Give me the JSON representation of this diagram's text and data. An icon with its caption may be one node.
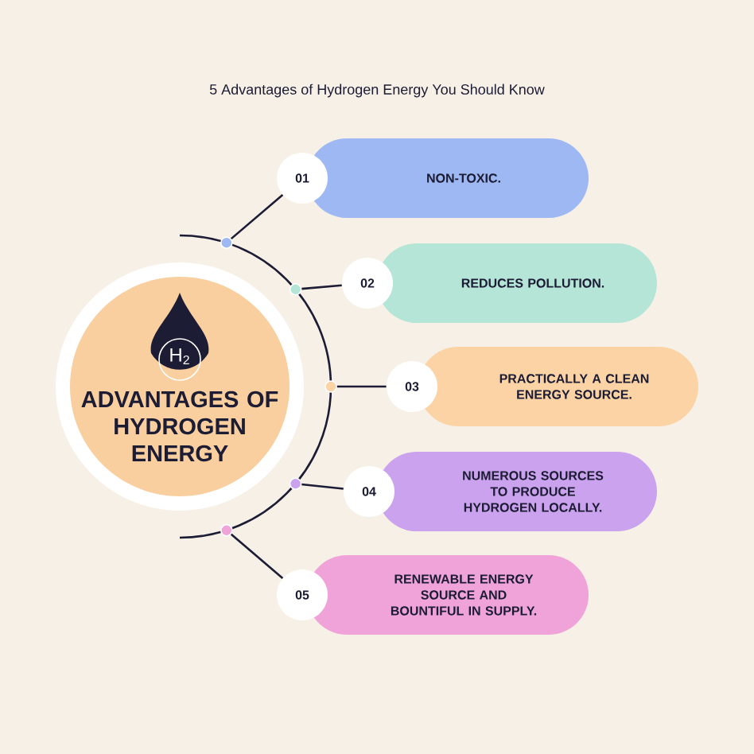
{
  "diagram": {
    "title": "5 Advantages of Hydrogen Energy You Should Know",
    "nodes": [
      {
        "text": [
          "H$_{2}$",
          "ADVANTAGES OF HYDROGEN ENERGY"
        ]
      },
      {
        "text": [
          "01"
        ]
      },
      {
        "text": [
          "NON-TOXIC."
        ]
      },
      {
        "text": [
          "02"
        ]
      },
      {
        "text": [
          "REDUCES POLLUTION."
        ]
      },
      {
        "text": [
          "03"
        ]
      },
      {
        "text": [
          "PRACTICALLY A CLEAN ENERGY SOURCE."
        ]
      },
      {
        "text": [
          "04"
        ]
      },
      {
        "text": [
          "NUMEROUS SOURCES TO PRODUCE HYDROGEN LOCALLY."
        ]
      },
      {
        "text": [
          "05"
        ]
      },
      {
        "text": [
          "RENEWABLE ENERGY SOURCE AND BOUNTIFUL IN SUPPLY."
        ]
      },
      {
        "text": [],
        "shape": "circle"
      },
      {
        "text": [],
        "shape": "circle"
      },
      {
        "text": [],
        "shape": "circle"
      },
      {
        "text": [],
        "shape": "circle"
      },
      {
        "text": [],
        "shape": "circle"
      }
    ],
    "edges": [
      {
        "from": 11,
        "to": 1,
        "arrow": "none"
      },
      {
        "from": 12,
        "to": 3,
        "arrow": "none"
      },
      {
        "from": 13,
        "to": 5,
        "arrow": "none"
      },
      {
        "from": 14,
        "to": 7,
        "arrow": "none"
      },
      {
        "from": 15,
        "to": 9,
        "arrow": "none"
      }
    ]
  }
}
